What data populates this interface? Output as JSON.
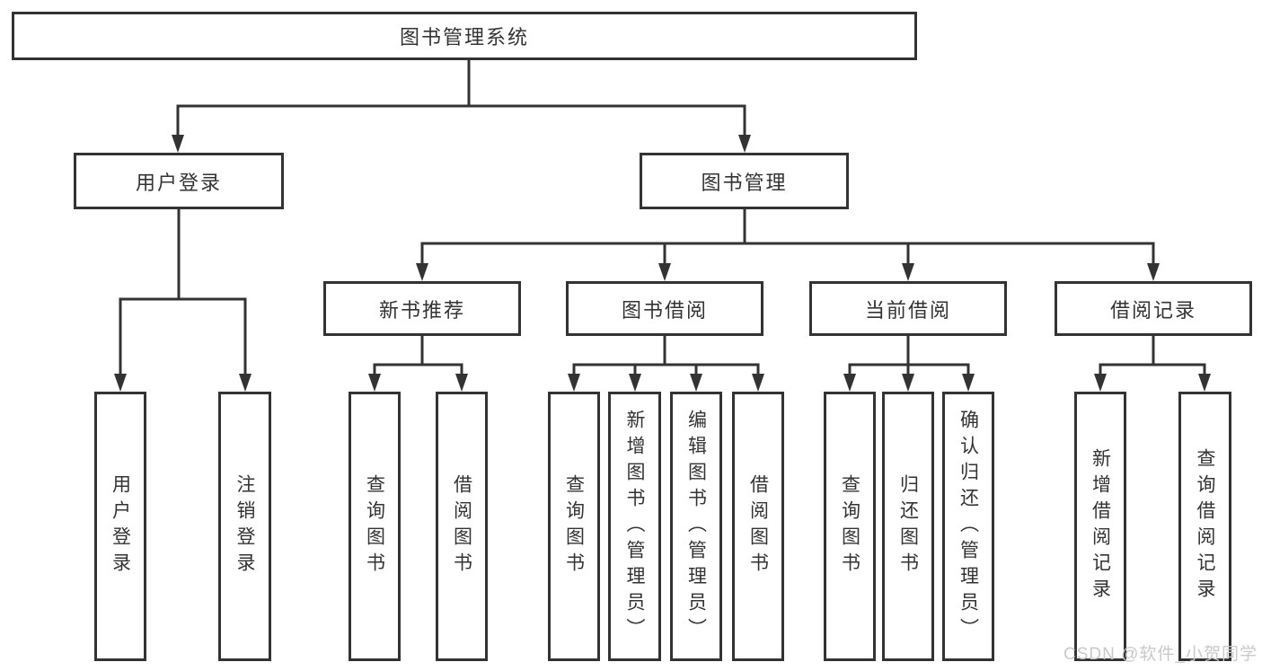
{
  "tree": {
    "label": "图书管理系统",
    "children": [
      {
        "label": "用户登录",
        "children": [
          {
            "label": "用户登录"
          },
          {
            "label": "注销登录"
          }
        ]
      },
      {
        "label": "图书管理",
        "children": [
          {
            "label": "新书推荐",
            "children": [
              {
                "label": "查询图书"
              },
              {
                "label": "借阅图书"
              }
            ]
          },
          {
            "label": "图书借阅",
            "children": [
              {
                "label": "查询图书"
              },
              {
                "label": "新增图书（管理员）"
              },
              {
                "label": "编辑图书（管理员）"
              },
              {
                "label": "借阅图书"
              }
            ]
          },
          {
            "label": "当前借阅",
            "children": [
              {
                "label": "查询图书"
              },
              {
                "label": "归还图书"
              },
              {
                "label": "确认归还（管理员）"
              }
            ]
          },
          {
            "label": "借阅记录",
            "children": [
              {
                "label": "新增借阅记录"
              },
              {
                "label": "查询借阅记录"
              }
            ]
          }
        ]
      }
    ]
  },
  "watermark": {
    "text": "CSDN @软件_小贺同学"
  },
  "colors": {
    "line": "#333333",
    "box_border": "#333333",
    "text": "#333333",
    "background": "#ffffff",
    "watermark": "#c9c9c9"
  }
}
